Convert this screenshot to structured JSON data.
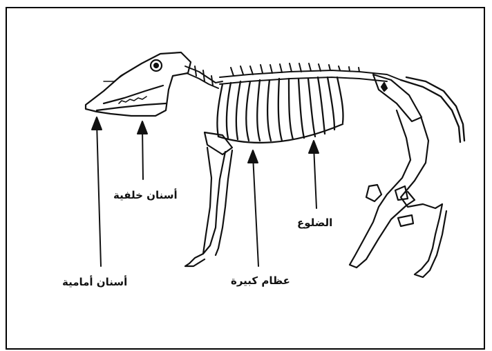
{
  "labels": {
    "front_teeth": "أسنان أمامية",
    "back_teeth": "أسنان خلفية",
    "big_bones": "عظام كبيرة",
    "ribs": "الضلوع"
  },
  "colors": {
    "ink": "#111111",
    "background": "#ffffff"
  }
}
